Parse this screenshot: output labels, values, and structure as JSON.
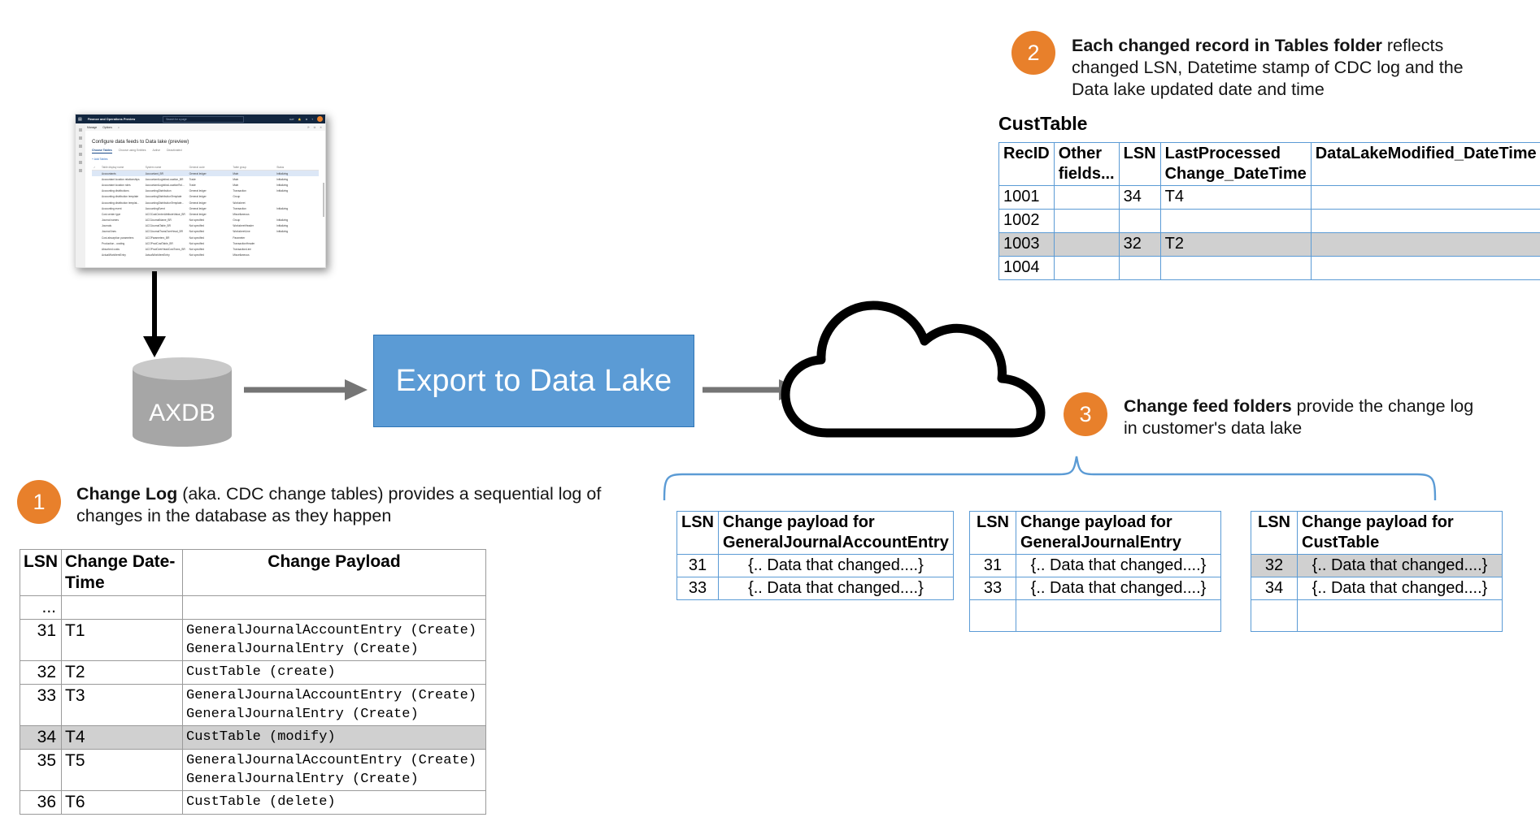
{
  "callouts": [
    {
      "num": "1",
      "bold": "Change Log",
      "rest": " (aka. CDC change tables) provides a sequential log of changes in the database as they happen"
    },
    {
      "num": "2",
      "bold": "Each changed record in Tables folder",
      "rest": " reflects changed LSN, Datetime stamp of CDC log and the Data lake updated date and time"
    },
    {
      "num": "3",
      "bold": "Change feed folders",
      "rest": " provide the change log in customer's data lake"
    }
  ],
  "export_box": {
    "label": "Export to Data Lake"
  },
  "database": {
    "label": "AXDB"
  },
  "cloud": {
    "name": "cloud-shape"
  },
  "cust_table": {
    "title": "CustTable",
    "headers": [
      "RecID",
      "Other fields...",
      "LSN",
      "LastProcessed Change_DateTime",
      "DataLakeModified_DateTime"
    ],
    "rows": [
      {
        "cells": [
          "1001",
          "",
          "34",
          "T4",
          ""
        ],
        "shaded": false
      },
      {
        "cells": [
          "1002",
          "",
          "",
          "",
          ""
        ],
        "shaded": false
      },
      {
        "cells": [
          "1003",
          "",
          "32",
          "T2",
          ""
        ],
        "shaded": true
      },
      {
        "cells": [
          "1004",
          "",
          "",
          "",
          ""
        ],
        "shaded": false
      }
    ]
  },
  "change_log": {
    "headers": [
      "LSN",
      "Change Date-Time",
      "Change Payload"
    ],
    "rows": [
      {
        "lsn": "...",
        "dt": "",
        "payload": "",
        "shaded": false
      },
      {
        "lsn": "31",
        "dt": "T1",
        "payload": "GeneralJournalAccountEntry (Create)\nGeneralJournalEntry (Create)",
        "shaded": false
      },
      {
        "lsn": "32",
        "dt": "T2",
        "payload": "CustTable (create)",
        "shaded": false
      },
      {
        "lsn": "33",
        "dt": "T3",
        "payload": "GeneralJournalAccountEntry (Create)\nGeneralJournalEntry (Create)",
        "shaded": false
      },
      {
        "lsn": "34",
        "dt": "T4",
        "payload": "CustTable (modify)",
        "shaded": true
      },
      {
        "lsn": "35",
        "dt": "T5",
        "payload": "GeneralJournalAccountEntry (Create)\nGeneralJournalEntry (Create)",
        "shaded": false
      },
      {
        "lsn": "36",
        "dt": "T6",
        "payload": "CustTable (delete)",
        "shaded": false
      }
    ]
  },
  "feeds": [
    {
      "headers": [
        "LSN",
        "Change payload for GeneralJournalAccountEntry"
      ],
      "rows": [
        {
          "lsn": "31",
          "payload": "{.. Data that changed....}",
          "shaded": false
        },
        {
          "lsn": "33",
          "payload": "{.. Data that changed....}",
          "shaded": false
        }
      ]
    },
    {
      "headers": [
        "LSN",
        "Change payload for GeneralJournalEntry"
      ],
      "rows": [
        {
          "lsn": "31",
          "payload": "{.. Data that changed....}",
          "shaded": false
        },
        {
          "lsn": "33",
          "payload": "{.. Data that changed....}",
          "shaded": false
        },
        {
          "lsn": "",
          "payload": "",
          "shaded": false
        }
      ]
    },
    {
      "headers": [
        "LSN",
        "Change payload for CustTable"
      ],
      "rows": [
        {
          "lsn": "32",
          "payload": "{.. Data that changed....}",
          "shaded": true
        },
        {
          "lsn": "34",
          "payload": "{.. Data that changed....}",
          "shaded": false
        },
        {
          "lsn": "",
          "payload": "",
          "shaded": false
        }
      ]
    }
  ],
  "thumbnail": {
    "app_title": "Finance and Operations Preview",
    "search_placeholder": "Search for a page",
    "env_tag": "DAT",
    "menu": [
      "Manage",
      "Options"
    ],
    "page_title": "Configure data feeds to Data lake (preview)",
    "tabs": [
      "Choose Tables",
      "Choose using Entities",
      "Active",
      "Deactivated"
    ],
    "add_button": "+ Add Tables",
    "columns": [
      "Table display name",
      "System name",
      "General code",
      "Table group",
      "Status"
    ],
    "rows": [
      [
        "Accountants",
        "Accountant_BR",
        "General ledger",
        "Main",
        "Initializing"
      ],
      [
        "Accountant location relationships",
        "AccountantLogisticsLocation_BR",
        "Trade",
        "Main",
        "Initializing"
      ],
      [
        "Accountant location roles",
        "AccountantLogisticsLocationRol...",
        "Trade",
        "Main",
        "Initializing"
      ],
      [
        "Accounting distributions",
        "AccountingDistribution",
        "General ledger",
        "Transaction",
        "Initializing"
      ],
      [
        "Accounting distribution template",
        "AccountingDistributionTemplate",
        "General ledger",
        "Group",
        ""
      ],
      [
        "Accounting distribution templat...",
        "AccountingDistributionTemplate...",
        "General ledger",
        "Worksheet",
        ""
      ],
      [
        "Accounting event",
        "AccountingEvent",
        "General ledger",
        "Transaction",
        "Initializing"
      ],
      [
        "Cost center type",
        "ACOCostCenterAttributeValue_BR",
        "General ledger",
        "Miscellaneous",
        ""
      ],
      [
        "Journal names",
        "ACOJournalName_BR",
        "Not specified",
        "Group",
        "Initializing"
      ],
      [
        "Journals",
        "ACOJournalTable_BR",
        "Not specified",
        "WorksheetHeader",
        "Initializing"
      ],
      [
        "Journal lines",
        "ACOJournalTransOverHead_BR",
        "Not specified",
        "WorksheetLine",
        "Initializing"
      ],
      [
        "Cost absorption parameters",
        "ACOParameters_BR",
        "Not specified",
        "Parameter",
        ""
      ],
      [
        "Production - costing",
        "ACOProdCostTable_BR",
        "Not specified",
        "TransactionHeader",
        ""
      ],
      [
        "Absorbed costs",
        "ACOProdOverHeadCostTrans_BR",
        "Not specified",
        "TransactionLine",
        ""
      ],
      [
        "ActualWorkItemEntry",
        "ActualWorkItemEntry",
        "Not specified",
        "Miscellaneous",
        ""
      ]
    ]
  },
  "colors": {
    "accent": "#E8802B",
    "box": "#5B9BD5",
    "table_border": "#5B9BD5",
    "shade": "#D0D0D0",
    "db": "#A6A6A6"
  }
}
